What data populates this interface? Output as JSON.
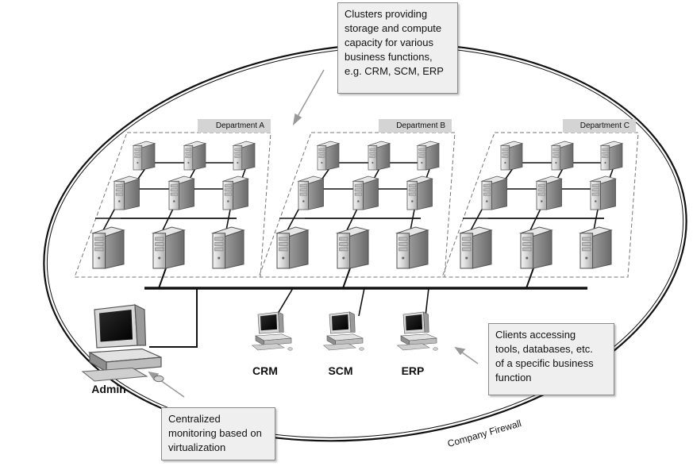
{
  "callouts": {
    "top": "Clusters providing\nstorage and compute\ncapacity for various\nbusiness functions,\ne.g. CRM, SCM, ERP",
    "clients": "Clients accessing\ntools, databases, etc.\nof a specific business\nfunction",
    "admin": "Centralized\nmonitoring based on\nvirtualization"
  },
  "departments": [
    {
      "label": "Department A"
    },
    {
      "label": "Department B"
    },
    {
      "label": "Department C"
    }
  ],
  "clients": [
    {
      "label": "CRM"
    },
    {
      "label": "SCM"
    },
    {
      "label": "ERP"
    }
  ],
  "admin": {
    "label": "Admin"
  },
  "firewall": {
    "label": "Company Firewall"
  }
}
